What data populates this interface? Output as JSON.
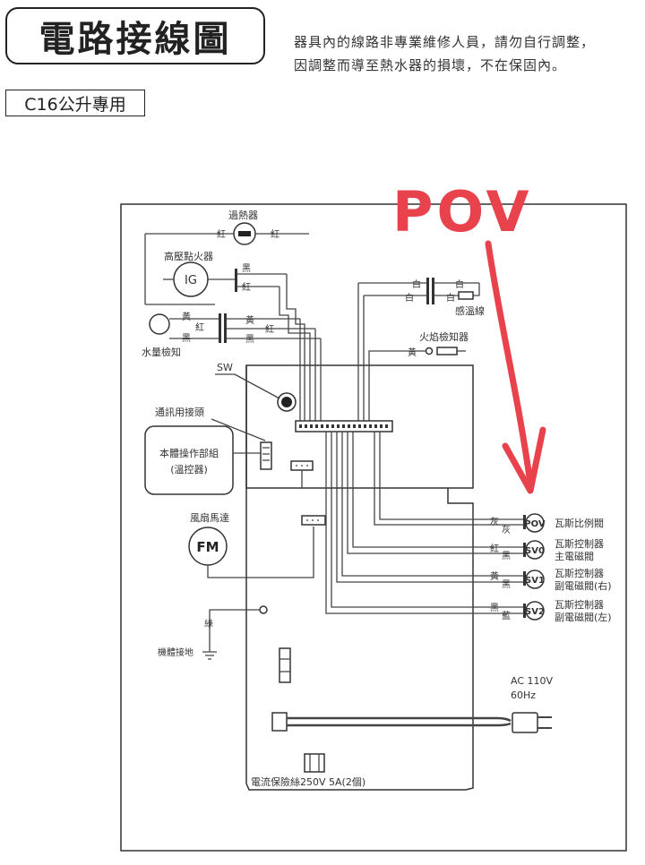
{
  "header": {
    "title": "電路接線圖",
    "notice_line1": "器具內的線路非專業維修人員，請勿自行調整，",
    "notice_line2": "因調整而導至熱水器的損壞，不在保固內。",
    "model": "C16公升專用"
  },
  "annotation": {
    "text": "POV",
    "color": "#e8434c"
  },
  "diagram": {
    "overheat": "過熱器",
    "red": "紅",
    "black": "黑",
    "white": "白",
    "yellow": "黃",
    "gray": "灰",
    "blue": "藍",
    "green": "綠",
    "igniter": "高壓點火器",
    "ig": "IG",
    "temp_sensor": "感溫線",
    "flame_sensor": "火焰檢知器",
    "water_sensor": "水量檢知",
    "sw": "SW",
    "comm_connector": "通訊用接頭",
    "controller_l1": "本體操作部組",
    "controller_l2": "(溫控器)",
    "fan_label": "風扇馬達",
    "fm": "FM",
    "ground": "機體接地",
    "pov": "POV",
    "pov_name": "瓦斯比例閥",
    "sv0": "SV0",
    "sv0_l1": "瓦斯控制器",
    "sv0_l2": "主電磁閥",
    "sv1": "SV1",
    "sv1_l1": "瓦斯控制器",
    "sv1_l2": "副電磁閥(右)",
    "sv2": "SV2",
    "sv2_l1": "瓦斯控制器",
    "sv2_l2": "副電磁閥(左)",
    "power_l1": "AC 110V",
    "power_l2": "60Hz",
    "fuse": "電流保險絲250V 5A(2個)"
  }
}
